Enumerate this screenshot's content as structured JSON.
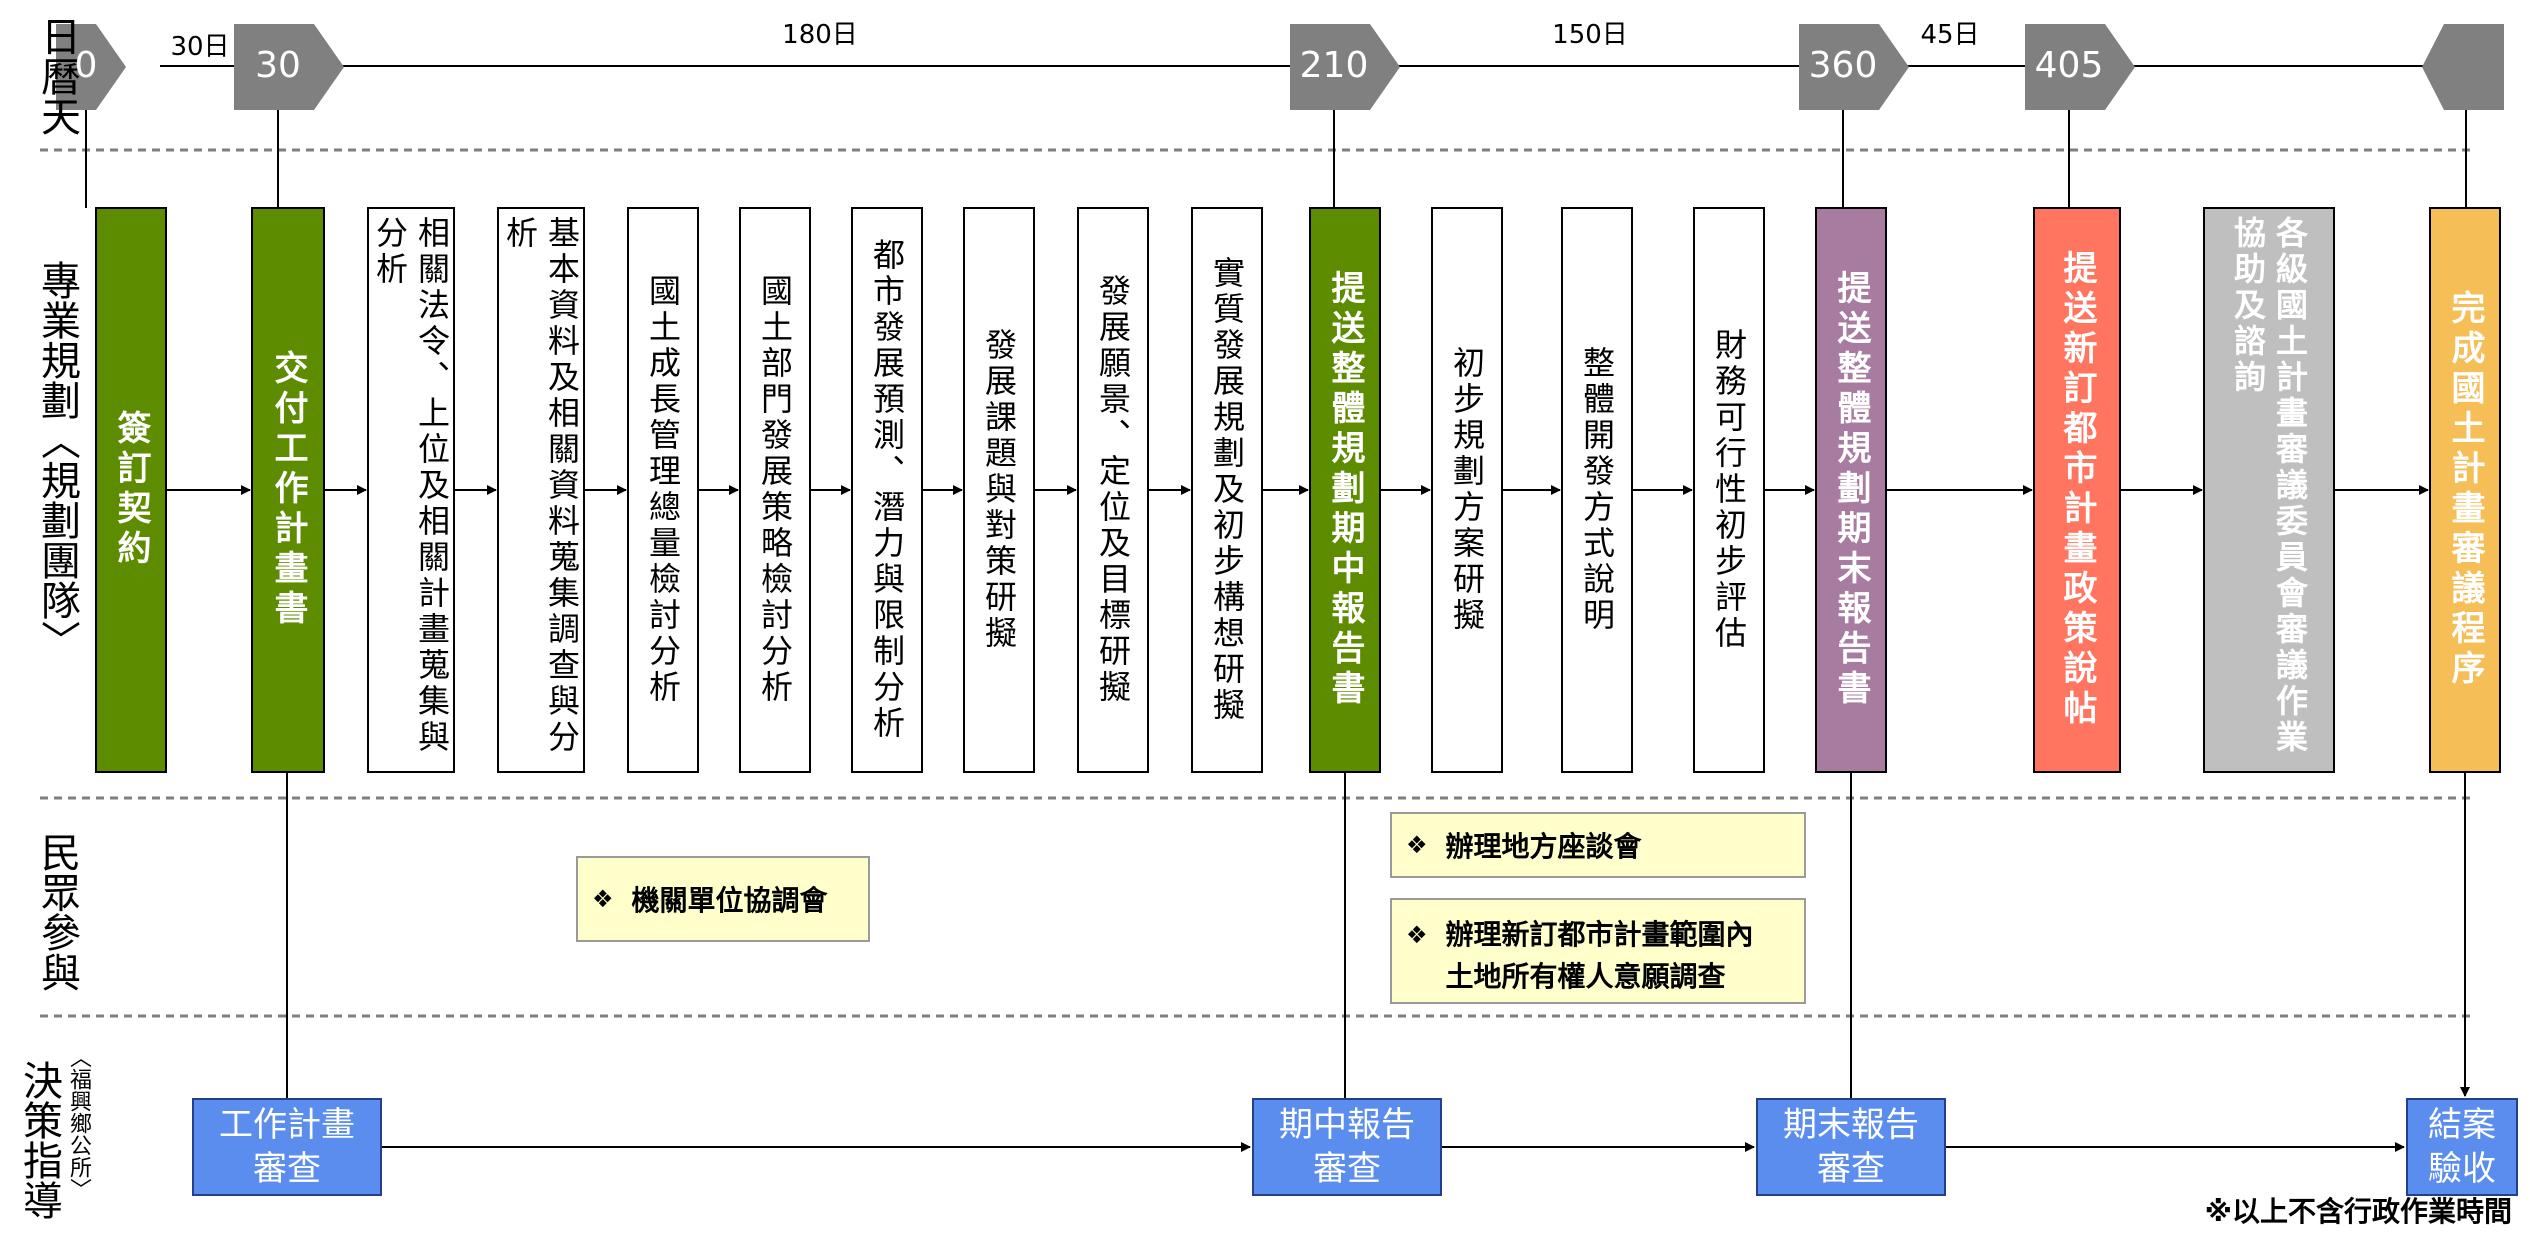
{
  "rows": {
    "calendar": "日曆天",
    "planning": "專業規劃︿規劃團隊﹀",
    "public": "民眾參與",
    "decision_main": "決策指導",
    "decision_sub": "︿福興鄉公所﹀"
  },
  "timeline": {
    "days": [
      "0",
      "30",
      "210",
      "360",
      "405"
    ],
    "spans": [
      "30日",
      "180日",
      "150日",
      "45日"
    ]
  },
  "tasks": [
    {
      "label": "簽訂契約",
      "fill": "#5e8c00"
    },
    {
      "label": "交付工作計畫書",
      "fill": "#5e8c00"
    },
    {
      "label": "相關法令、上位及相關計畫蒐集與分析",
      "fill": "#ffffff"
    },
    {
      "label": "基本資料及相關資料蒐集調查與分析",
      "fill": "#ffffff"
    },
    {
      "label": "國土成長管理總量檢討分析",
      "fill": "#ffffff"
    },
    {
      "label": "國土部門發展策略檢討分析",
      "fill": "#ffffff"
    },
    {
      "label": "都市發展預測、潛力與限制分析",
      "fill": "#ffffff"
    },
    {
      "label": "發展課題與對策研擬",
      "fill": "#ffffff"
    },
    {
      "label": "發展願景、定位及目標研擬",
      "fill": "#ffffff"
    },
    {
      "label": "實質發展規劃及初步構想研擬",
      "fill": "#ffffff"
    },
    {
      "label": "提送整體規劃期中報告書",
      "fill": "#5e8c00"
    },
    {
      "label": "初步規劃方案研擬",
      "fill": "#ffffff"
    },
    {
      "label": "整體開發方式說明",
      "fill": "#ffffff"
    },
    {
      "label": "財務可行性初步評估",
      "fill": "#ffffff"
    },
    {
      "label": "提送整體規劃期末報告書",
      "fill": "#a87ca0"
    },
    {
      "label": "提送新訂都市計畫政策說帖",
      "fill": "#ff7560"
    },
    {
      "label": "各級國土計畫審議委員會審議作業協助及諮詢",
      "fill": "#bfbfbf"
    },
    {
      "label": "完成國土計畫審議程序",
      "fill": "#f6be56"
    }
  ],
  "public": {
    "bullet": "❖",
    "item1": "機關單位協調會",
    "item2": "辦理地方座談會",
    "item3_line1": "辦理新訂都市計畫範圍內",
    "item3_line2": "土地所有權人意願調查"
  },
  "decision": {
    "box1_line1": "工作計畫",
    "box1_line2": "審查",
    "box2_line1": "期中報告",
    "box2_line2": "審查",
    "box3_line1": "期末報告",
    "box3_line2": "審查",
    "box4_line1": "結案",
    "box4_line2": "驗收"
  },
  "footnote": "※以上不含行政作業時間",
  "colors": {
    "milestone_tag": "#808080",
    "green": "#5e8c00",
    "purple": "#a87ca0",
    "red": "#ff7560",
    "gray": "#bfbfbf",
    "orange": "#f6be56",
    "decision_blue": "#5a8dee",
    "note_yellow": "#ffffcc"
  }
}
